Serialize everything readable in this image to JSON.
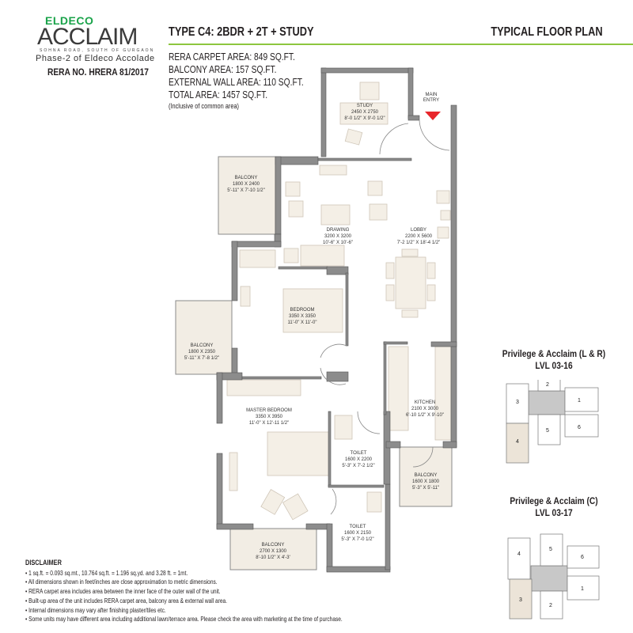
{
  "brand": {
    "eldeco": "ELDECO",
    "acclaim": "ACCLAIM",
    "location": "SOHNA ROAD, SOUTH OF GURGAON",
    "phase": "Phase-2 of Eldeco Accolade",
    "rera_no": "RERA NO. HRERA 81/2017",
    "accent_color": "#8dc63f"
  },
  "header": {
    "unit_type": "TYPE C4: 2BDR + 2T + STUDY",
    "plan_title": "TYPICAL FLOOR PLAN"
  },
  "areas": [
    "RERA CARPET AREA: 849 SQ.FT.",
    "BALCONY AREA: 157 SQ.FT.",
    "EXTERNAL WALL AREA: 110 SQ.FT.",
    "TOTAL AREA: 1457 SQ.FT."
  ],
  "areas_note": "(Inclusive of common area)",
  "rooms": {
    "study": {
      "name": "STUDY",
      "mm": "2450 X 2750",
      "ft": "8'-0 1/2\" X 9'-0 1/2\""
    },
    "entry": {
      "line1": "MAIN",
      "line2": "ENTRY"
    },
    "balcony1": {
      "name": "BALCONY",
      "mm": "1800 X 2400",
      "ft": "5'-11\" X 7'-10 1/2\""
    },
    "drawing": {
      "name": "DRAWING",
      "mm": "3200 X 3200",
      "ft": "10'-6\" X 10'-6\""
    },
    "lobby": {
      "name": "LOBBY",
      "mm": "2200 X 5600",
      "ft": "7'-2 1/2\" X 18'-4 1/2\""
    },
    "bedroom": {
      "name": "BEDROOM",
      "mm": "3350 X 3350",
      "ft": "11'-0\" X 11'-0\""
    },
    "balcony2": {
      "name": "BALCONY",
      "mm": "1800 X 2350",
      "ft": "5'-11\" X 7'-8 1/2\""
    },
    "kitchen": {
      "name": "KITCHEN",
      "mm": "2100 X 3000",
      "ft": "6'-10 1/2\" X 9'-10\""
    },
    "master": {
      "name": "MASTER BEDROOM",
      "mm": "3350 X 3950",
      "ft": "11'-0\" X 12'-11 1/2\""
    },
    "toilet1": {
      "name": "TOILET",
      "mm": "1600 X 2200",
      "ft": "5'-3\" X 7'-2 1/2\""
    },
    "balcony3": {
      "name": "BALCONY",
      "mm": "1600 X 1800",
      "ft": "5'-3\" X 5'-11\""
    },
    "toilet2": {
      "name": "TOILET",
      "mm": "1600 X 2150",
      "ft": "5'-3\" X 7'-0 1/2\""
    },
    "balcony4": {
      "name": "BALCONY",
      "mm": "2700 X 1300",
      "ft": "8'-10 1/2\" X 4'-3'"
    }
  },
  "key_plans": [
    {
      "title": "Privilege & Acclaim (L & R)",
      "level": "LVL 03-16",
      "units": [
        "1",
        "2",
        "3",
        "4",
        "5",
        "6"
      ],
      "highlighted": "4"
    },
    {
      "title": "Privilege & Acclaim (C)",
      "level": "LVL 03-17",
      "units": [
        "1",
        "2",
        "3",
        "4",
        "5",
        "6"
      ],
      "highlighted": "3"
    }
  ],
  "disclaimer": {
    "title": "DISCLAIMER",
    "items": [
      "• 1 sq.ft. = 0.093 sq.mt., 10.764 sq.ft. = 1.196 sq.yd. and 3.28 ft. = 1mt.",
      "• All dimensions shown in feet/inches are close approximation to metric dimensions.",
      "• RERA carpet area includes area between the inner face of the outer wall of the unit.",
      "• Built-up area of the unit includes RERA carpet area, balcony area & external wall area.",
      "• Internal dimensions may vary after finishing plaster/tiles etc.",
      "• Some units may have different area including additional lawn/terrace area. Please check the area with marketing at the time of purchase."
    ]
  },
  "colors": {
    "wall": "#8c8c8c",
    "furniture": "#efe9df",
    "entry_arrow": "#e8262b",
    "highlight": "#ece4d8",
    "core": "#c8c8c8"
  }
}
